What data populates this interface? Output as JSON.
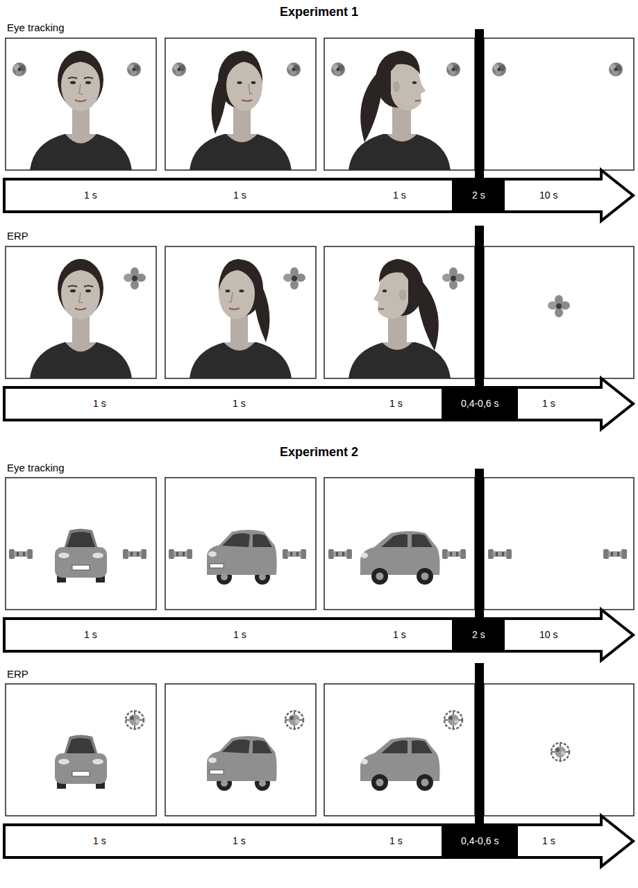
{
  "diagram": {
    "labels": [
      "Experiment 1",
      "Eye tracking",
      "1 s",
      "1 s",
      "1 s",
      "2 s",
      "10 s",
      "ERP",
      "1 s",
      "1 s",
      "1 s",
      "0,4-0,6 s",
      "1 s",
      "Experiment 2",
      "Eye tracking",
      "1 s",
      "1 s",
      "1 s",
      "2 s",
      "10 s",
      "ERP",
      "1 s",
      "1 s",
      "1 s",
      "0,4-0,6 s",
      "1 s"
    ]
  }
}
